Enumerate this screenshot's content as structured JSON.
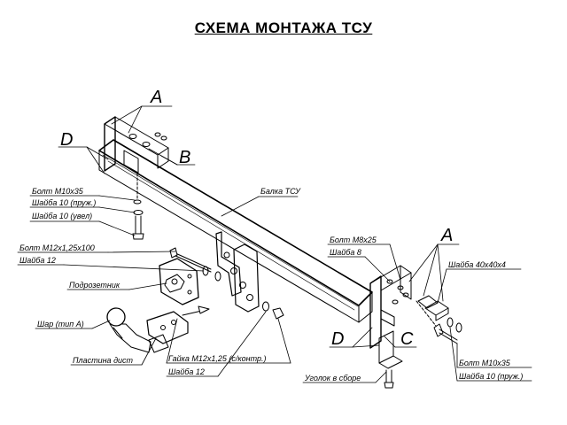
{
  "title": "СХЕМА МОНТАЖА ТСУ",
  "letters": {
    "a": "A",
    "b": "B",
    "c": "C",
    "d": "D"
  },
  "labels": {
    "bolt_m10x35_left": "Болт М10х35",
    "washer_spring_left": "Шайба 10 (пруж.)",
    "washer_wide_left": "Шайба 10 (увел)",
    "beam": "Балка ТСУ",
    "bolt_m12": "Болт М12х1,25х100",
    "washer_12_left": "Шайба 12",
    "socket_bracket": "Подрозетник",
    "ball": "Шар (тип А)",
    "plate": "Пластина дист",
    "nut": "Гайка М12х1,25 (с/контр.)",
    "washer_12_bottom": "Шайба 12",
    "bolt_m8x25": "Болт М8х25",
    "washer_8": "Шайба 8",
    "washer_40": "Шайба 40х40х4",
    "corner": "Уголок в сборе",
    "bolt_m10x35_right": "Болт М10х35",
    "washer_spring_right": "Шайба 10 (пруж.)"
  }
}
